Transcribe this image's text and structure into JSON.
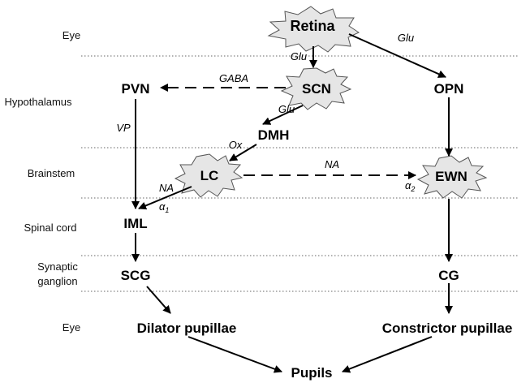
{
  "regions": {
    "eye_top": "Eye",
    "hypothalamus": "Hypothalamus",
    "brainstem": "Brainstem",
    "spinal_cord": "Spinal cord",
    "synaptic_ganglion_1": "Synaptic",
    "synaptic_ganglion_2": "ganglion",
    "eye_bottom": "Eye"
  },
  "nodes": {
    "retina": "Retina",
    "scn": "SCN",
    "pvn": "PVN",
    "opn": "OPN",
    "dmh": "DMH",
    "lc": "LC",
    "ewn": "EWN",
    "iml": "IML",
    "scg": "SCG",
    "cg": "CG",
    "dilator": "Dilator pupillae",
    "constrictor": "Constrictor pupillae",
    "pupils": "Pupils"
  },
  "edge_labels": {
    "retina_scn": "Glu",
    "retina_opn": "Glu",
    "scn_pvn": "GABA",
    "scn_dmh": "Glu",
    "dmh_lc": "Ox",
    "pvn_iml": "VP",
    "lc_ewn": "NA",
    "lc_iml": "NA",
    "alpha1_symbol": "α",
    "alpha1_sub": "1",
    "alpha2_symbol": "α",
    "alpha2_sub": "2"
  }
}
